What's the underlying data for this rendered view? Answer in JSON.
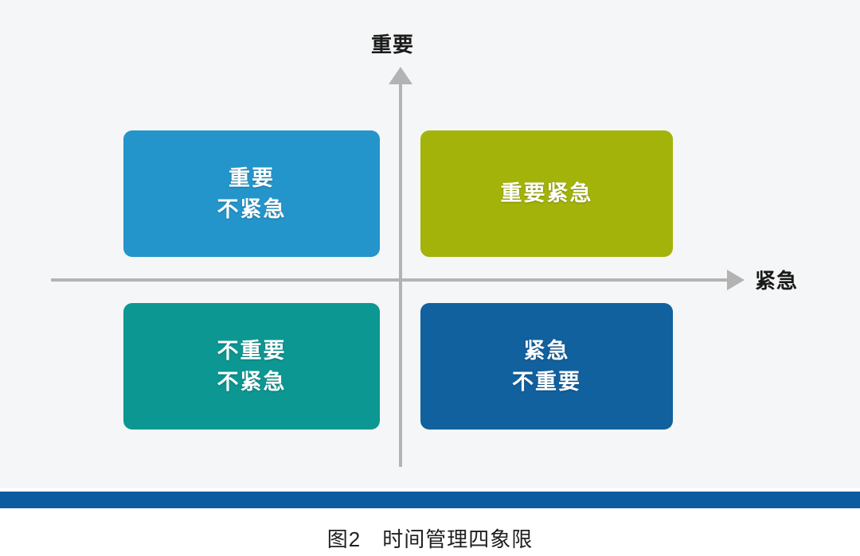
{
  "figure": {
    "caption": "图2　时间管理四象限",
    "background_color": "#f5f6f7",
    "footer_bar_color": "#0b5ba1"
  },
  "axes": {
    "vertical": {
      "label": "重要",
      "direction": "up",
      "color": "#b3b3b3"
    },
    "horizontal": {
      "label": "紧急",
      "direction": "right",
      "color": "#b3b3b3"
    }
  },
  "quadrants": [
    {
      "id": "important-not-urgent",
      "position": "top-left",
      "lines": [
        "重要",
        "不紧急"
      ],
      "color": "#2395ca",
      "edge_color": "#1b79a6"
    },
    {
      "id": "important-urgent",
      "position": "top-right",
      "lines": [
        "重要紧急"
      ],
      "color": "#a3b30a",
      "edge_color": "#7f8c06"
    },
    {
      "id": "not-important-not-urgent",
      "position": "bottom-left",
      "lines": [
        "不重要",
        "不紧急"
      ],
      "color": "#0d9792",
      "edge_color": "#077571"
    },
    {
      "id": "urgent-not-important",
      "position": "bottom-right",
      "lines": [
        "紧急",
        "不重要"
      ],
      "color": "#11619f",
      "edge_color": "#0b4a7c"
    }
  ]
}
